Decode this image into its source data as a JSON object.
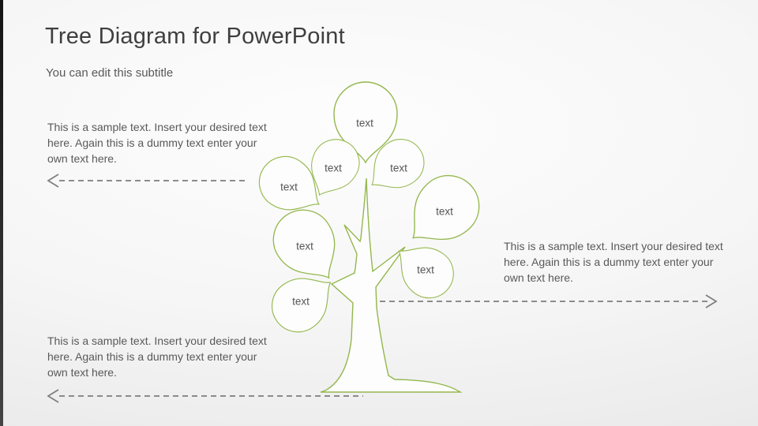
{
  "slide": {
    "title": "Tree Diagram for PowerPoint",
    "subtitle": "You can edit this subtitle"
  },
  "callouts": {
    "top_left": {
      "text": "This is a sample text. Insert your desired text here. Again this is a dummy text enter your own text here.",
      "arrow_direction": "left"
    },
    "right": {
      "text": "This is a sample text. Insert your desired text here. Again this is a dummy text enter your own text here.",
      "arrow_direction": "right"
    },
    "bottom_left": {
      "text": "This is a sample text. Insert your desired text here. Again this is a dummy text enter your own text here.",
      "arrow_direction": "left"
    }
  },
  "tree": {
    "leaves": [
      {
        "label": "text"
      },
      {
        "label": "text"
      },
      {
        "label": "text"
      },
      {
        "label": "text"
      },
      {
        "label": "text"
      },
      {
        "label": "text"
      },
      {
        "label": "text"
      },
      {
        "label": "text"
      }
    ]
  },
  "colors": {
    "leaf_outline": "#94b74d",
    "leaf_fill": "#fdfdfd",
    "title_text": "#3f3f3f",
    "body_text": "#595959",
    "arrow_gray": "#7d7d7d",
    "edge_strip": "#141414"
  }
}
